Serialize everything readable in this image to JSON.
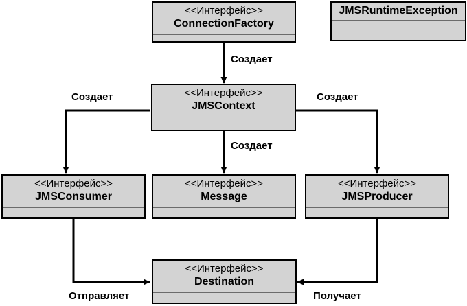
{
  "diagram": {
    "type": "uml-class-diagram",
    "stereotype_label": "<<Интерфейс>>",
    "colors": {
      "box_fill": "#d3d3d3",
      "box_border": "#000000",
      "separator": "#6b6b6b",
      "line": "#000000",
      "background": "#ffffff"
    },
    "classes": [
      {
        "id": "connection-factory",
        "stereotype": "<<Интерфейс>>",
        "name": "ConnectionFactory",
        "has_stereotype": true
      },
      {
        "id": "jms-runtime-exception",
        "stereotype": "",
        "name": "JMSRuntimeException",
        "has_stereotype": false
      },
      {
        "id": "jms-context",
        "stereotype": "<<Интерфейс>>",
        "name": "JMSContext",
        "has_stereotype": true
      },
      {
        "id": "jms-consumer",
        "stereotype": "<<Интерфейс>>",
        "name": "JMSConsumer",
        "has_stereotype": true
      },
      {
        "id": "message",
        "stereotype": "<<Интерфейс>>",
        "name": "Message",
        "has_stereotype": true
      },
      {
        "id": "jms-producer",
        "stereotype": "<<Интерфейс>>",
        "name": "JMSProducer",
        "has_stereotype": true
      },
      {
        "id": "destination",
        "stereotype": "<<Интерфейс>>",
        "name": "Destination",
        "has_stereotype": true
      }
    ],
    "relations": [
      {
        "id": "cf-to-context",
        "label": "Создает",
        "from": "ConnectionFactory",
        "to": "JMSContext"
      },
      {
        "id": "context-to-consumer",
        "label": "Создает",
        "from": "JMSContext",
        "to": "JMSConsumer"
      },
      {
        "id": "context-to-message",
        "label": "Создает",
        "from": "JMSContext",
        "to": "Message"
      },
      {
        "id": "context-to-producer",
        "label": "Создает",
        "from": "JMSContext",
        "to": "JMSProducer"
      },
      {
        "id": "consumer-to-destination",
        "label": "Отправляет",
        "from": "JMSConsumer",
        "to": "Destination"
      },
      {
        "id": "producer-to-destination",
        "label": "Получает",
        "from": "JMSProducer",
        "to": "Destination"
      }
    ]
  }
}
